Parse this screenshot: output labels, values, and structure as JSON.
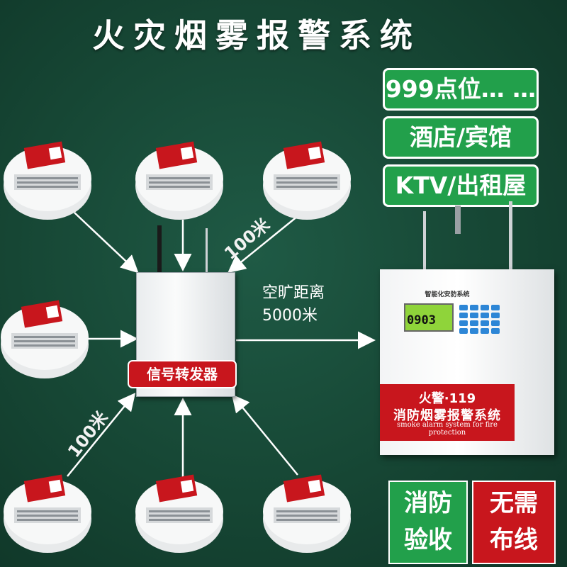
{
  "title": "火灾烟雾报警系统",
  "tags": [
    "999点位… …",
    "酒店/宾馆",
    "KTV/出租屋"
  ],
  "relay_label": "信号转发器",
  "distance_short_top": "100米",
  "distance_short_bottom": "100米",
  "open_distance": {
    "line1": "空旷距离",
    "line2": "5000米"
  },
  "panel": {
    "header": "智能化安防系统",
    "lcd_value": "0903",
    "brand": "火警·119",
    "name": "消防烟雾报警系统",
    "english": "smoke alarm system for fire protection"
  },
  "badges": {
    "green": [
      "消防",
      "验收"
    ],
    "red": [
      "无需",
      "布线"
    ]
  },
  "colors": {
    "background": "#164634",
    "accent_green": "#22a04b",
    "accent_red": "#c8161d"
  }
}
